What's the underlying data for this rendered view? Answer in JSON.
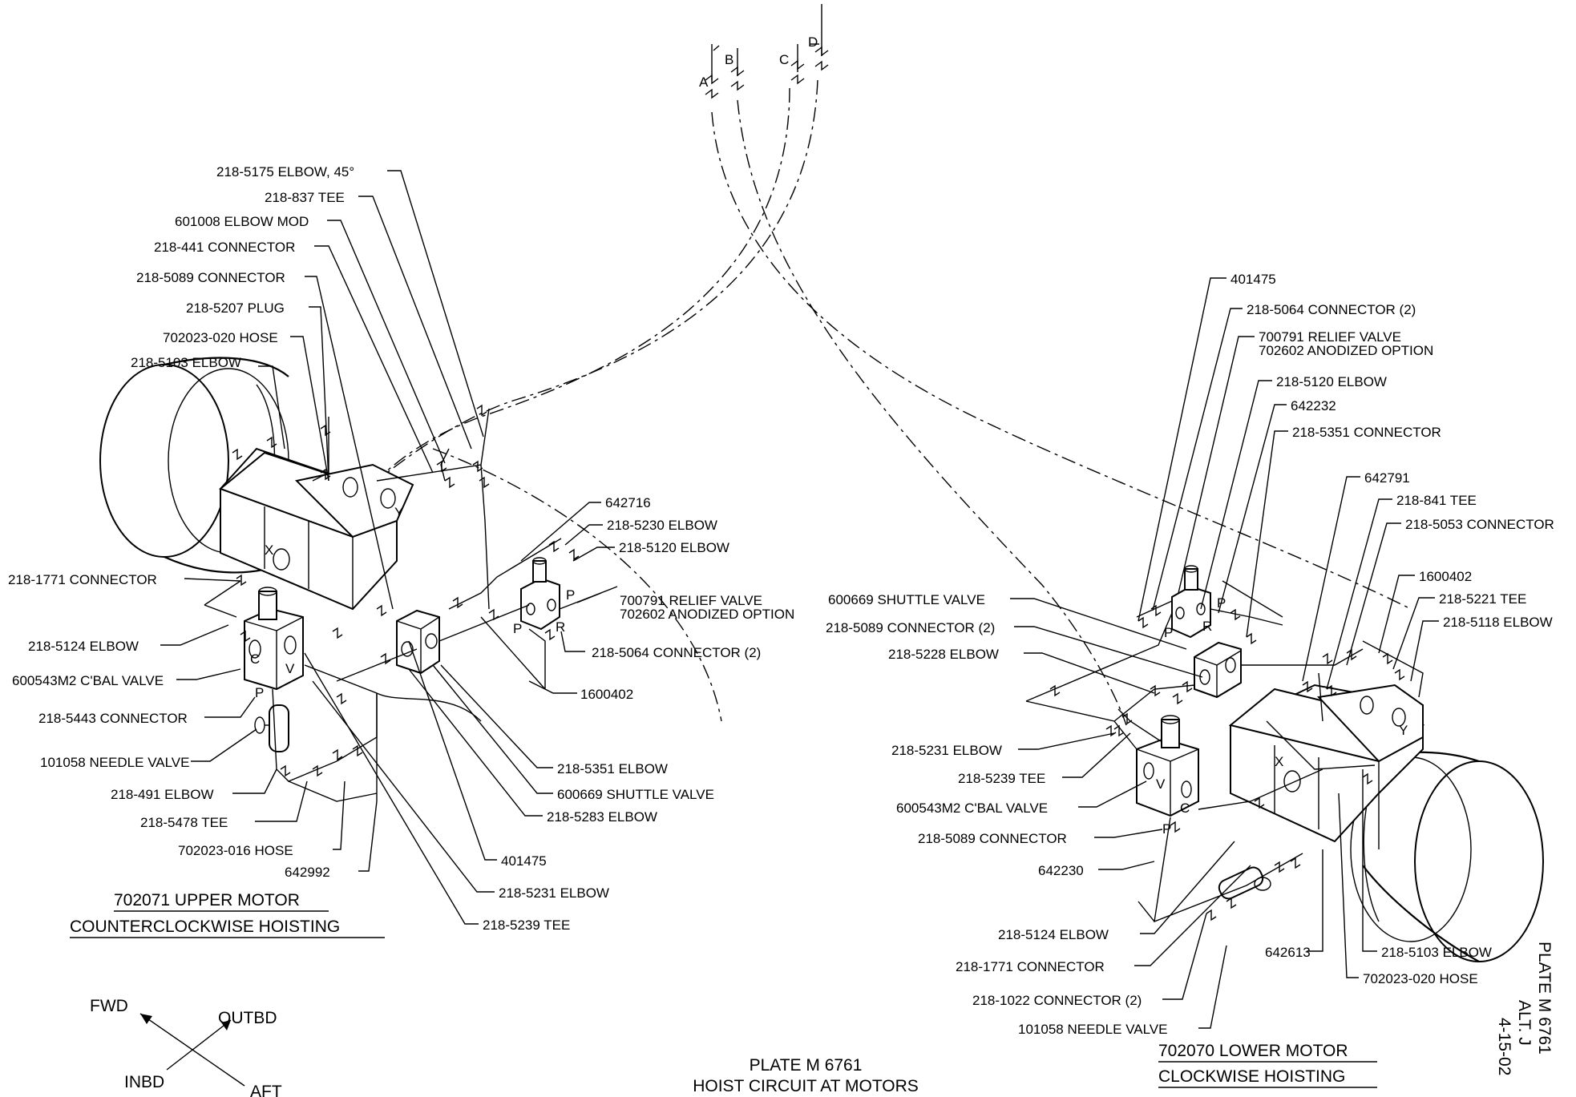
{
  "plate": {
    "title_line1": "PLATE M 6761",
    "title_line2": "HOIST CIRCUIT AT MOTORS",
    "side_plate": "PLATE M 6761",
    "side_alt": "ALT. J",
    "side_date": "4-15-02"
  },
  "compass": {
    "fwd": "FWD",
    "outbd": "OUTBD",
    "inbd": "INBD",
    "aft": "AFT"
  },
  "hose_letters": [
    "A",
    "B",
    "C",
    "D"
  ],
  "upper_motor": {
    "title_line1": "702071 UPPER MOTOR",
    "title_line2": "COUNTERCLOCKWISE HOISTING",
    "ports": {
      "x": "X",
      "y": "Y",
      "c": "C",
      "v": "V",
      "p": "P",
      "p2": "P",
      "p3": "P",
      "r": "R"
    },
    "callouts": [
      "218-5175 ELBOW, 45°",
      "218-837 TEE",
      "601008 ELBOW MOD",
      "218-441 CONNECTOR",
      "218-5089 CONNECTOR",
      "218-5207 PLUG",
      "702023-020 HOSE",
      "218-5103 ELBOW",
      "218-1771 CONNECTOR",
      "218-5124 ELBOW",
      "600543M2 C'BAL VALVE",
      "218-5443 CONNECTOR",
      "101058 NEEDLE VALVE",
      "218-491 ELBOW",
      "218-5478 TEE",
      "702023-016 HOSE",
      "642992",
      "642716",
      "218-5230 ELBOW",
      "218-5120 ELBOW",
      "700791 RELIEF VALVE",
      "702602 ANODIZED OPTION",
      "218-5064 CONNECTOR (2)",
      "1600402",
      "218-5351 ELBOW",
      "600669 SHUTTLE VALVE",
      "218-5283 ELBOW",
      "401475",
      "218-5231 ELBOW",
      "218-5239 TEE"
    ]
  },
  "lower_motor": {
    "title_line1": "702070 LOWER MOTOR",
    "title_line2": "CLOCKWISE HOISTING",
    "ports": {
      "x": "X",
      "y": "Y",
      "c": "C",
      "v": "V",
      "p": "P",
      "p2": "P",
      "p3": "P",
      "r": "R"
    },
    "callouts": [
      "401475",
      "218-5064 CONNECTOR (2)",
      "700791 RELIEF VALVE",
      "702602 ANODIZED OPTION",
      "218-5120 ELBOW",
      "642232",
      "218-5351 CONNECTOR",
      "642791",
      "218-841 TEE",
      "218-5053 CONNECTOR",
      "1600402",
      "218-5221 TEE",
      "218-5118 ELBOW",
      "600669 SHUTTLE VALVE",
      "218-5089 CONNECTOR (2)",
      "218-5228 ELBOW",
      "218-5231 ELBOW",
      "218-5239 TEE",
      "600543M2 C'BAL VALVE",
      "218-5089 CONNECTOR",
      "642230",
      "218-5124 ELBOW",
      "218-1771 CONNECTOR",
      "218-1022 CONNECTOR (2)",
      "101058 NEEDLE VALVE",
      "642613",
      "218-5103 ELBOW",
      "702023-020 HOSE"
    ]
  }
}
